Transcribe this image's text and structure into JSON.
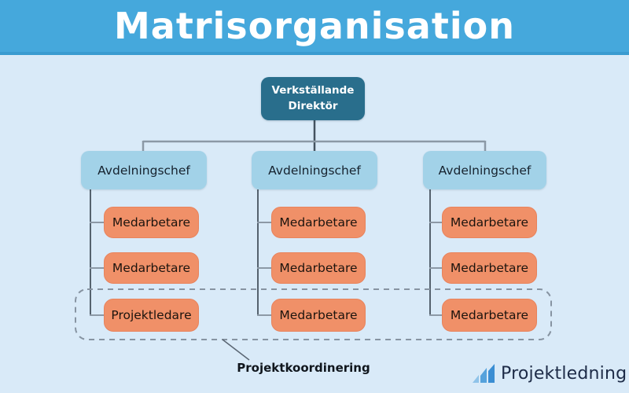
{
  "header": {
    "title": "Matrisorganisation"
  },
  "org_chart": {
    "root": {
      "label": "Verkställande Direktör"
    },
    "columns": [
      {
        "manager": "Avdelningschef",
        "children": [
          "Medarbetare",
          "Medarbetare",
          "Projektledare"
        ]
      },
      {
        "manager": "Avdelningschef",
        "children": [
          "Medarbetare",
          "Medarbetare",
          "Medarbetare"
        ]
      },
      {
        "manager": "Avdelningschef",
        "children": [
          "Medarbetare",
          "Medarbetare",
          "Medarbetare"
        ]
      }
    ],
    "coordination_label": "Projektkoordinering"
  },
  "footer": {
    "logo_text": "Projektledning"
  },
  "colors": {
    "header_bg": "#45a8dc",
    "header_strip": "#3a9bd0",
    "page_bg": "#d9eaf8",
    "root_box_bg": "#296e8c",
    "manager_box_bg": "#a2d2e8",
    "employee_box_bg": "#f09068",
    "connector_dark": "#44525f",
    "connector_light": "#8c99a6",
    "dashed_border": "#8794a2",
    "logo_text_color": "#1d2b47",
    "logo_icon_blues": [
      "#8fc3e9",
      "#55a2dc",
      "#3b8ed3"
    ]
  }
}
